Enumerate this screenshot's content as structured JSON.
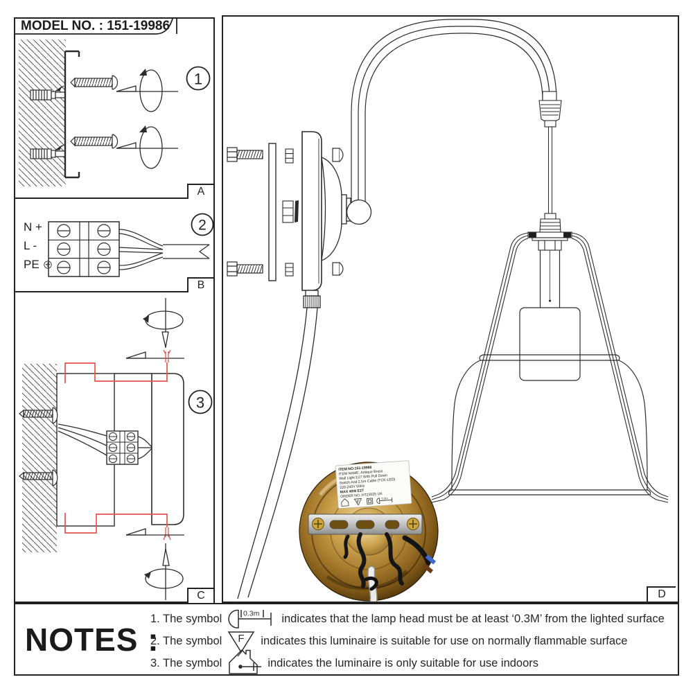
{
  "title": "MODEL NO. : 151-19986",
  "steps": {
    "one": {
      "number": "1",
      "tab": "A"
    },
    "two": {
      "number": "2",
      "tab": "B",
      "terminals": [
        "N +",
        "L -",
        "PE"
      ]
    },
    "three": {
      "number": "3",
      "tab": "C"
    },
    "main": {
      "tab": "D"
    }
  },
  "product_label": {
    "line1": "ITEM NO:151-19986",
    "line2": "ITEM NAME: Antique Brass",
    "line3": "Wall Light E27 With Pull Down",
    "line4": "Switch And 2.5m Cable (TCK-LED)",
    "line5": "220-240V 50Hz",
    "line6": "MAX 40W E27",
    "line7": "ORDER NO.:HT23025 UK"
  },
  "notes": {
    "heading": "NOTES :",
    "item1_prefix": "1. The symbol",
    "item1_symbol": "lamp-distance-icon",
    "item1_symbol_distance": "0.3m",
    "item1_text": "indicates that the lamp head must be at least ‘0.3M’ from the lighted surface",
    "item2_prefix": "2. The symbol",
    "item2_symbol": "flammable-surface-f-triangle-icon",
    "item2_symbol_letter": "F",
    "item2_text": "indicates this luminaire is suitable for use on normally flammable surface",
    "item3_prefix": "3. The symbol",
    "item3_symbol": "indoor-use-house-icon",
    "item3_text": "indicates the luminaire is only suitable for use indoors"
  },
  "colors": {
    "line": "#222222",
    "highlight_red": "#e8514d",
    "brass": "#b98a33",
    "background": "#ffffff"
  }
}
